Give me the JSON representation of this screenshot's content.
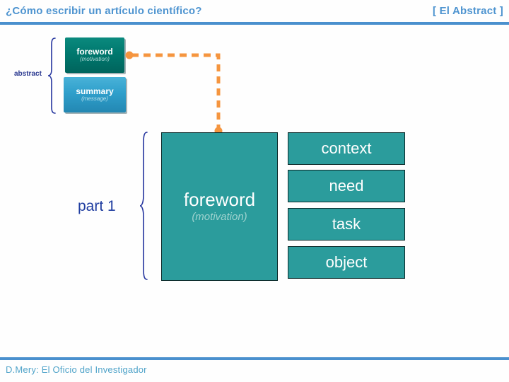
{
  "header": {
    "title": "¿Cómo escribir un artículo científico?",
    "right_tag": "[ El Abstract ]"
  },
  "footer": {
    "credit": "D.Mery: El Oficio del Investigador"
  },
  "mini_diagram": {
    "brace_label": "abstract",
    "boxes": [
      {
        "label": "foreword",
        "sublabel": "(motivation)"
      },
      {
        "label": "summary",
        "sublabel": "(message)"
      }
    ]
  },
  "main_diagram": {
    "brace_label": "part 1",
    "foreword_box": {
      "label": "foreword",
      "sublabel": "(motivation)"
    },
    "items": [
      "context",
      "need",
      "task",
      "object"
    ]
  },
  "colors": {
    "header_blue": "#4e94d0",
    "rule_blue": "#4a90ce",
    "navy_brace": "#24349e",
    "teal_box": "#2b9c9c",
    "mini_teal_dark": "#00786e",
    "mini_blue": "#2f9fcb",
    "connector_orange": "#f5953f",
    "footer_teal": "#4fa3c9"
  }
}
